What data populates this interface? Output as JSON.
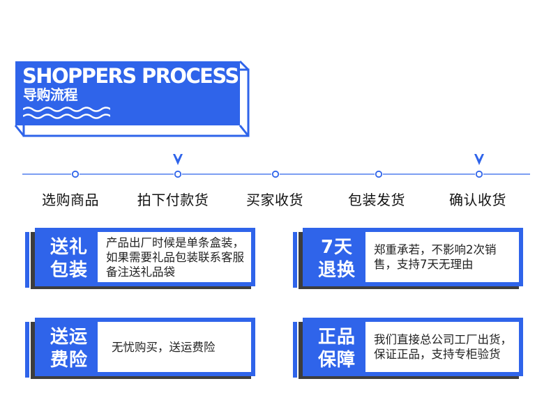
{
  "header": {
    "title": "SHOPPERS PROCESS",
    "subtitle": "导购流程"
  },
  "colors": {
    "accent": "#2f64ea",
    "shadow": "#3d3d3d",
    "text": "#111111"
  },
  "steps": [
    {
      "label": "选购商品",
      "marker": false
    },
    {
      "label": "拍下付款货",
      "marker": true
    },
    {
      "label": "买家收货",
      "marker": false
    },
    {
      "label": "包装发货",
      "marker": false
    },
    {
      "label": "确认收货",
      "marker": true
    }
  ],
  "cards": [
    {
      "title_line1": "送礼",
      "title_line2": "包装",
      "text": "产品出厂时候是单条盒装，如果需要礼品包装联系客服备注送礼品袋"
    },
    {
      "title_line1": "7天",
      "title_line2": "退换",
      "text": "郑重承若，不影响2次销售，支持7天无理由"
    },
    {
      "title_line1": "送运",
      "title_line2": "费险",
      "text": "无忧购买，送运费险"
    },
    {
      "title_line1": "正品",
      "title_line2": "保障",
      "text": "我们直接总公司工厂出货，保证正品，支持专柜验货"
    }
  ]
}
